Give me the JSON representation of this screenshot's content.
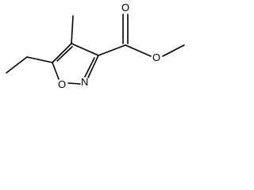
{
  "molecule": {
    "atoms": {
      "carbonyl_oxygen": "O",
      "ester_oxygen": "O",
      "ring_nitrogen": "N",
      "ring_oxygen": "O"
    }
  },
  "colors": {
    "bond": "#000000",
    "label": "#000000",
    "background": "#ffffff"
  }
}
